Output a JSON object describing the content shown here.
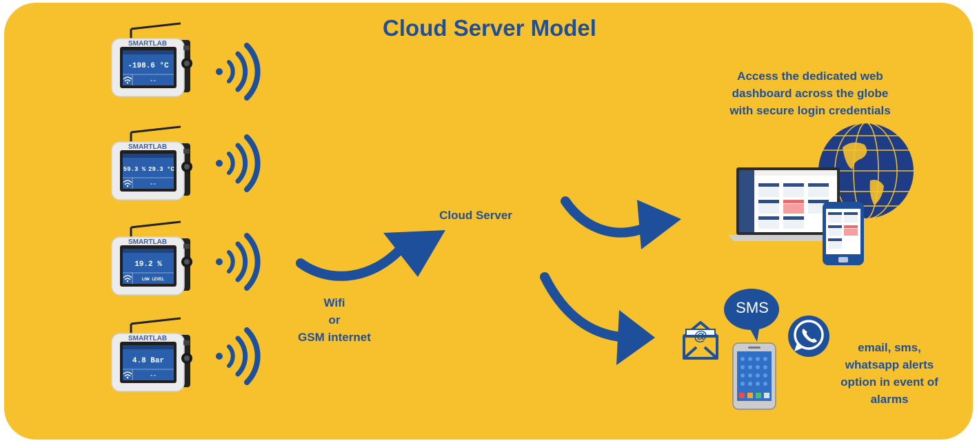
{
  "title": "Cloud Server Model",
  "cloud_server_label": "Cloud Server",
  "connection": {
    "line1": "Wifi",
    "line2": "or",
    "line3": "GSM internet"
  },
  "web_access": {
    "line1": "Access the dedicated web",
    "line2": "dashboard across the globe",
    "line3": "with secure login credentials"
  },
  "alerts": {
    "line1": "email, sms,",
    "line2": "whatsapp alerts",
    "line3": "option in event of",
    "line4": "alarms"
  },
  "sms_bubble": "SMS",
  "devices": [
    {
      "brand": "SMARTLAB",
      "reading": "-198.6 °C",
      "sub": "--"
    },
    {
      "brand": "SMARTLAB",
      "reading_a": "59.3 %",
      "reading_b": "29.3 °C",
      "sub": "--"
    },
    {
      "brand": "SMARTLAB",
      "reading": "19.2 %",
      "sub": "LOW LEVEL"
    },
    {
      "brand": "SMARTLAB",
      "reading": "4.8 Bar",
      "sub": "--"
    }
  ],
  "colors": {
    "background": "#f7c12d",
    "primary_blue": "#1d4f9a",
    "device_body": "#eeeeee",
    "screen": "#2a5fae",
    "alarm_red": "#e86b6b"
  },
  "icons": [
    "antenna-icon",
    "wifi-signal-icon",
    "curved-arrow-icon",
    "globe-icon",
    "laptop-icon",
    "smartphone-icon",
    "email-icon",
    "sms-bubble-icon",
    "whatsapp-icon",
    "mobile-phone-icon"
  ]
}
